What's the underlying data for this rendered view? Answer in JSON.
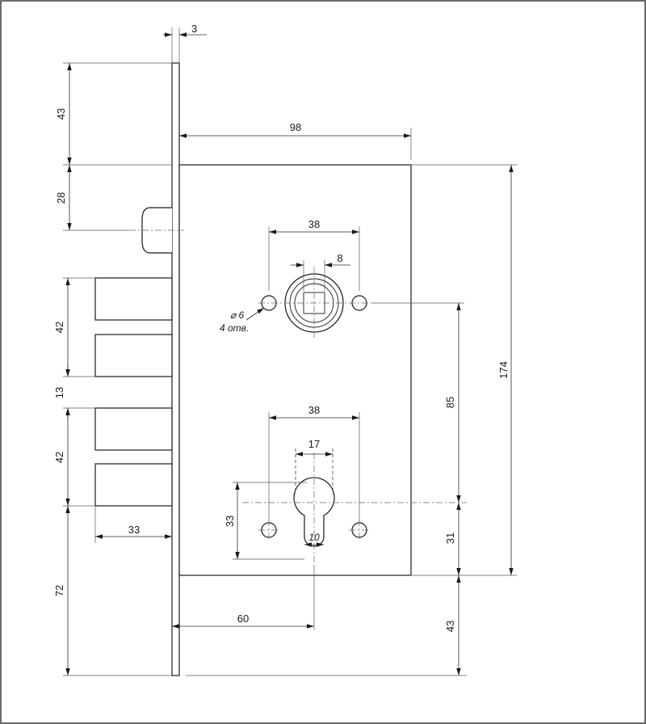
{
  "dimensions": {
    "faceplate_thickness": "3",
    "top_offset": "43",
    "upper_gap": "28",
    "body_width": "98",
    "spindle_spacing": "38",
    "square_width": "8",
    "hole_diameter": "⌀ 6",
    "hole_count": "4 отв.",
    "bolt_upper_height": "42",
    "bolt_gap": "13",
    "bolt_lower_height": "42",
    "bolt_throw": "33",
    "bottom_offset": "72",
    "body_height": "174",
    "center_distance": "85",
    "cylinder_hole_spacing": "38",
    "cylinder_width": "17",
    "cylinder_height": "33",
    "cylinder_slot": "10",
    "cylinder_to_bottom": "31",
    "backset": "60",
    "faceplate_tail": "43"
  }
}
